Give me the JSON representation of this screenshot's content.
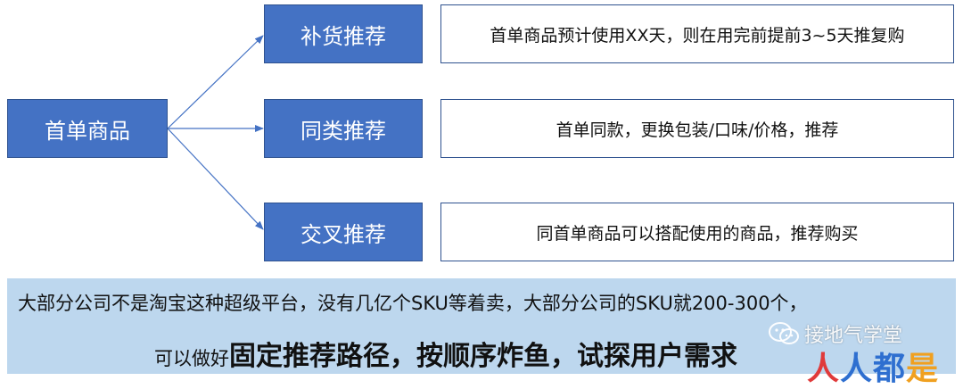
{
  "root": {
    "label": "首单商品"
  },
  "branches": [
    {
      "label": "补货推荐",
      "description": "首单商品预计使用XX天，则在用完前提前3~5天推复购"
    },
    {
      "label": "同类推荐",
      "description": "首单同款，更换包装/口味/价格，推荐"
    },
    {
      "label": "交叉推荐",
      "description": "同首单商品可以搭配使用的商品，推荐购买"
    }
  ],
  "banner": {
    "line1": "大部分公司不是淘宝这种超级平台，没有几亿个SKU等着卖，大部分公司的SKU就200-300个，",
    "line2_prefix": "可以做好",
    "line2_bold": "固定推荐路径，按顺序炸鱼，试探用户需求"
  },
  "watermark": {
    "text": "接地气学堂",
    "icon": "wechat-icon"
  },
  "brand_mark": {
    "part1": "人",
    "part2": "人都",
    "part3": "是"
  },
  "colors": {
    "node_fill": "#4472C4",
    "node_border": "#2F528F",
    "connector": "#4472C4",
    "banner_fill": "#BDD7EE"
  }
}
